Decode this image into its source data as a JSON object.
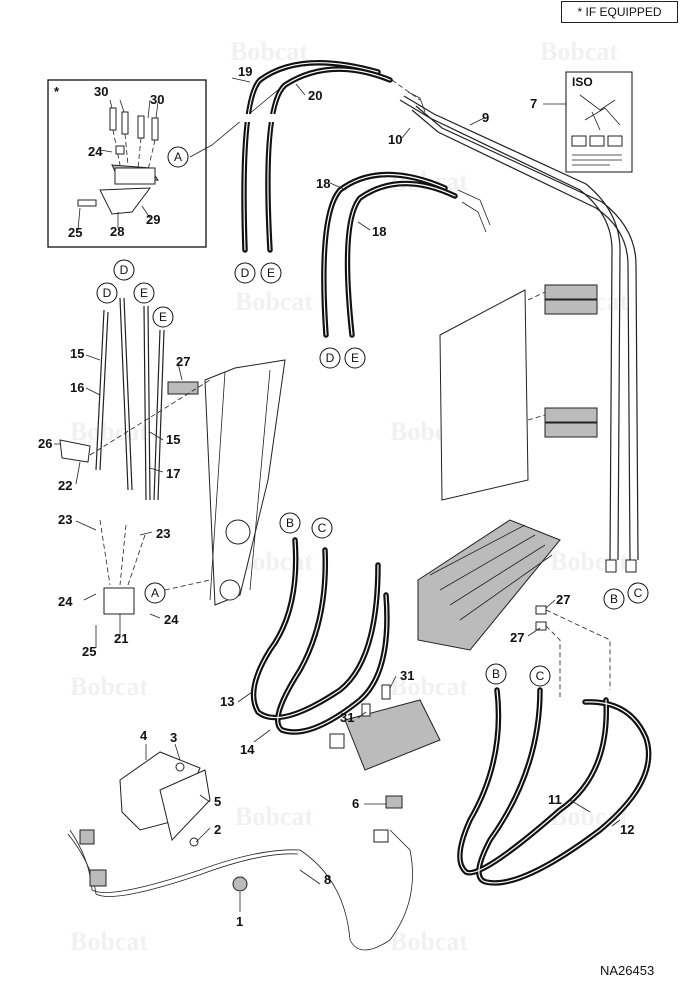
{
  "legend": {
    "symbol": "*",
    "text": "IF EQUIPPED"
  },
  "watermark": "Bobcat",
  "identifier": "NA26453",
  "inset": {
    "marker": "*"
  },
  "iso_decal": {
    "heading": "ISO"
  },
  "callouts": {
    "c1": "1",
    "c2": "2",
    "c3": "3",
    "c4": "4",
    "c5": "5",
    "c6": "6",
    "c7": "7",
    "c8": "8",
    "c9": "9",
    "c10": "10",
    "c11": "11",
    "c12": "12",
    "c13": "13",
    "c14": "14",
    "c15": "15",
    "c16": "16",
    "c17": "17",
    "c18": "18",
    "c19": "19",
    "c20": "20",
    "c21": "21",
    "c22": "22",
    "c23": "23",
    "c24": "24",
    "c25": "25",
    "c26": "26",
    "c27": "27",
    "c28": "28",
    "c29": "29",
    "c30": "30",
    "c31": "31"
  },
  "letters": {
    "A": "A",
    "B": "B",
    "C": "C",
    "D": "D",
    "E": "E"
  }
}
